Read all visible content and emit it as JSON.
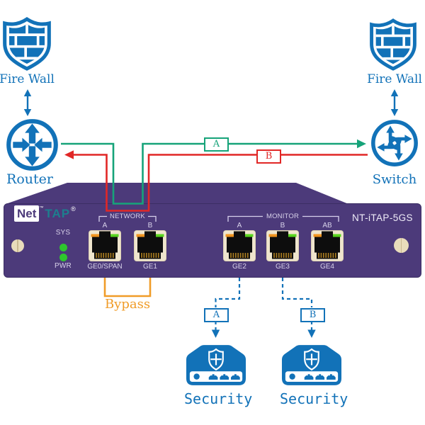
{
  "colors": {
    "blue": "#1272b8",
    "green": "#16a379",
    "red": "#e12726",
    "orange": "#f09c28",
    "purple": "#4c3a7a",
    "beige": "#efe5cd",
    "led_green": "#2ec62e"
  },
  "left_side": {
    "firewall_label": "Fire Wall",
    "router_label": "Router"
  },
  "right_side": {
    "firewall_label": "Fire Wall",
    "switch_label": "Switch"
  },
  "links": {
    "path_a_label": "A",
    "path_b_label": "B",
    "bypass_label": "Bypass",
    "monitor_a_label": "A",
    "monitor_b_label": "B"
  },
  "security": {
    "left_label": "Security",
    "right_label": "Security"
  },
  "device": {
    "brand": {
      "net": "Net",
      "tap": "TAP",
      "tm": "™",
      "reg": "®"
    },
    "model": "NT-iTAP-5GS",
    "sys_label": "SYS",
    "pwr_label": "PWR",
    "network": {
      "label": "NETWORK",
      "ports": [
        {
          "letter": "A",
          "name": "GE0/SPAN"
        },
        {
          "letter": "B",
          "name": "GE1"
        }
      ]
    },
    "monitor": {
      "label": "MONITOR",
      "ports": [
        {
          "letter": "A",
          "name": "GE2"
        },
        {
          "letter": "B",
          "name": "GE3"
        },
        {
          "letter": "AB",
          "name": "GE4"
        }
      ]
    }
  }
}
